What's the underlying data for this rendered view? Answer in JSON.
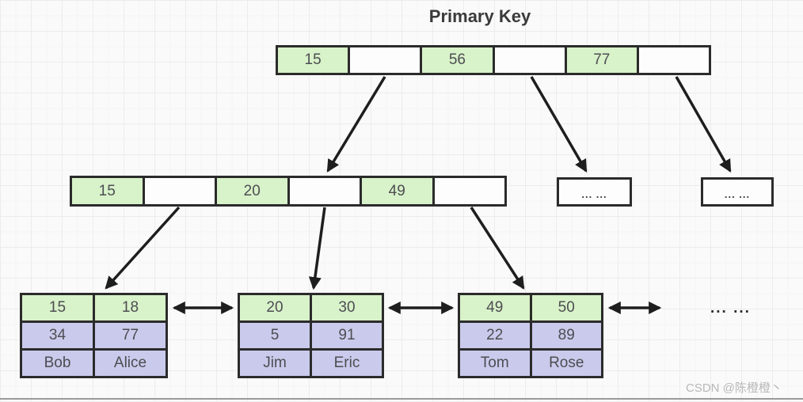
{
  "title": "Primary Key",
  "root": {
    "cells": [
      "15",
      "",
      "56",
      "",
      "77",
      ""
    ]
  },
  "internal": {
    "cells": [
      "15",
      "",
      "20",
      "",
      "49",
      ""
    ]
  },
  "overflow": {
    "left": "... ...",
    "right": "... ..."
  },
  "leaves": [
    {
      "rows": [
        [
          "15",
          "18"
        ],
        [
          "34",
          "77"
        ],
        [
          "Bob",
          "Alice"
        ]
      ]
    },
    {
      "rows": [
        [
          "20",
          "30"
        ],
        [
          "5",
          "91"
        ],
        [
          "Jim",
          "Eric"
        ]
      ]
    },
    {
      "rows": [
        [
          "49",
          "50"
        ],
        [
          "22",
          "89"
        ],
        [
          "Tom",
          "Rose"
        ]
      ]
    }
  ],
  "more": "... ...",
  "watermark": "CSDN @陈橙橙丶",
  "colors": {
    "key_cell_fill": "#d8f2c9",
    "record_cell_fill": "#cacaec",
    "pointer_cell_fill": "#fdfdfd",
    "node_border": "#2b2b2b",
    "arrow": "#1e1e1e",
    "title_text": "#3a3a3a",
    "cell_text": "#4d4d52",
    "watermark_text": "#b8b8b8",
    "background": "#fafafa"
  }
}
